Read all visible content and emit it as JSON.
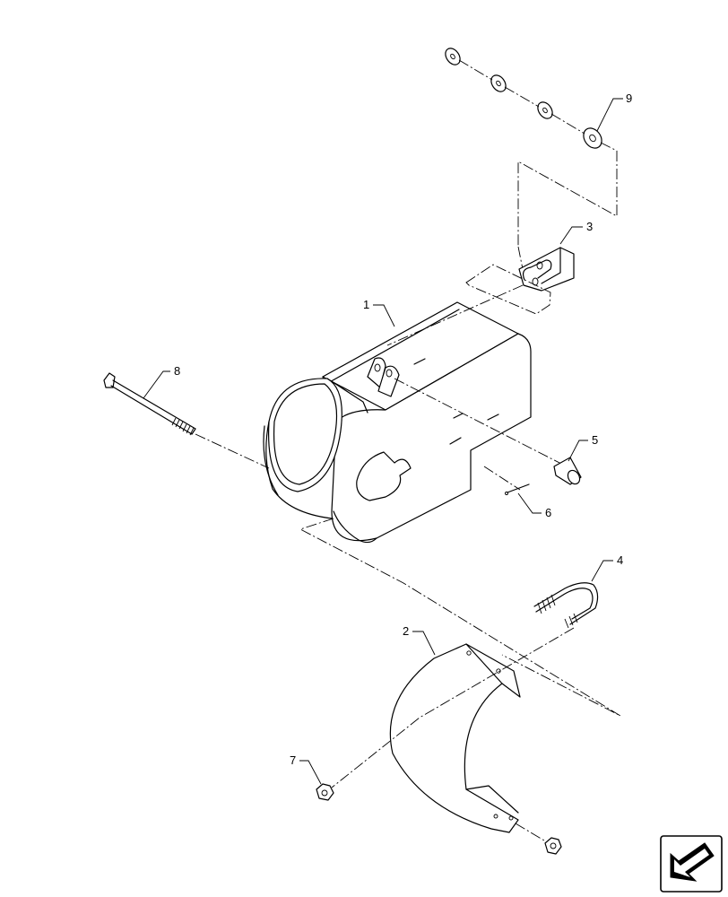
{
  "callouts": [
    {
      "id": "1",
      "text": "1"
    },
    {
      "id": "2",
      "text": "2"
    },
    {
      "id": "3",
      "text": "3"
    },
    {
      "id": "4",
      "text": "4"
    },
    {
      "id": "5",
      "text": "5"
    },
    {
      "id": "6",
      "text": "6"
    },
    {
      "id": "7",
      "text": "7"
    },
    {
      "id": "8",
      "text": "8"
    },
    {
      "id": "9",
      "text": "9"
    }
  ],
  "icons": {
    "navigation": "arrow-left-down-icon"
  }
}
